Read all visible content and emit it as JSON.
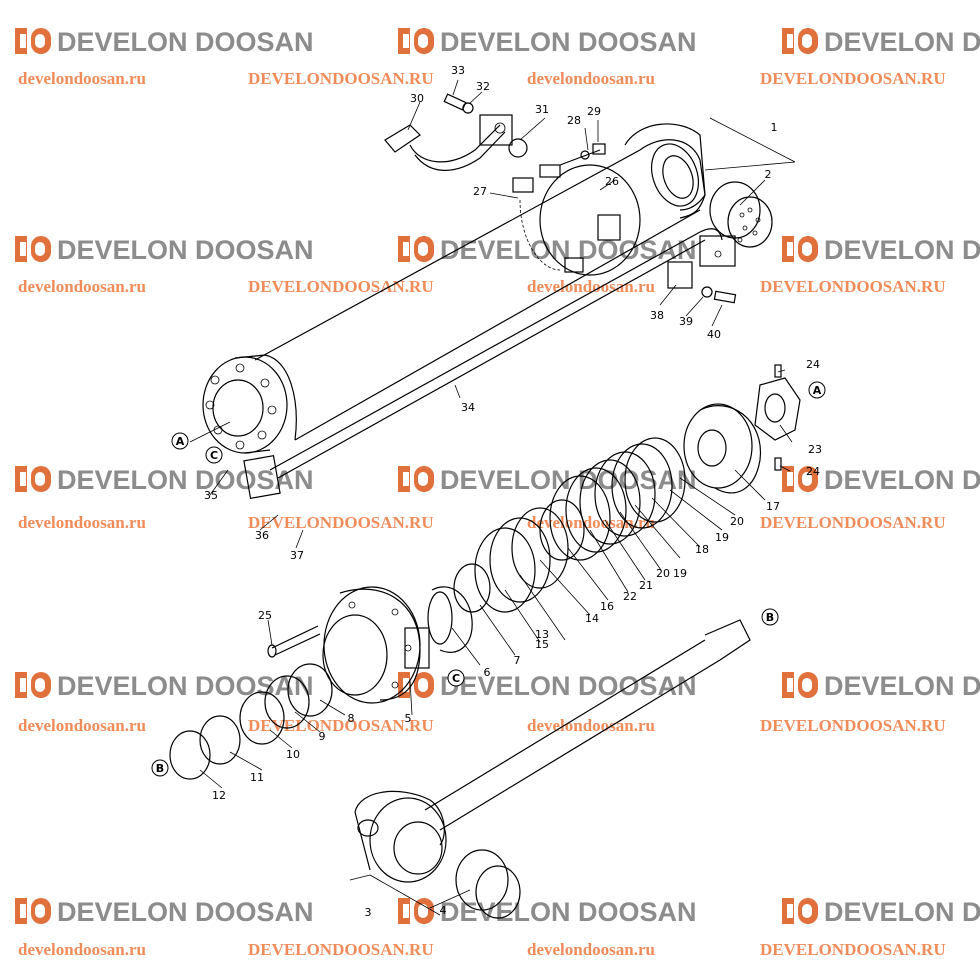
{
  "watermark": {
    "brand": "DEVELON DOOSAN",
    "url_lower": "develondoosan.ru",
    "url_upper": "DEVELONDOOSAN.RU",
    "logo_color": "#e0703c",
    "brand_color": "#8c8c8c",
    "url_color": "#f08c5a"
  },
  "part_numbers": [
    "1",
    "2",
    "3",
    "4",
    "5",
    "6",
    "7",
    "8",
    "9",
    "10",
    "11",
    "12",
    "13",
    "14",
    "15",
    "16",
    "17",
    "18",
    "19",
    "19",
    "20",
    "20",
    "21",
    "22",
    "23",
    "24",
    "24",
    "25",
    "26",
    "27",
    "28",
    "29",
    "30",
    "31",
    "32",
    "33",
    "34",
    "35",
    "36",
    "37",
    "38",
    "39",
    "40"
  ],
  "ref_markers": [
    "A",
    "A",
    "B",
    "B",
    "C",
    "C"
  ]
}
